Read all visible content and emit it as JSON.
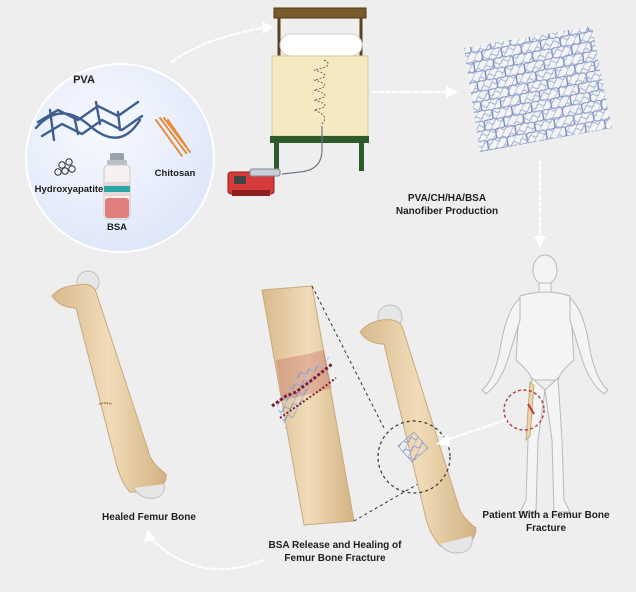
{
  "labels": {
    "pva": "PVA",
    "hydroxyapatite": "Hydroxyapatite",
    "bsa": "BSA",
    "chitosan": "Chitosan",
    "production_line1": "PVA/CH/HA/BSA",
    "production_line2": "Nanofiber Production",
    "healed": "Healed Femur Bone",
    "release_line1": "BSA Release and Healing of",
    "release_line2": "Femur Bone Fracture",
    "patient_line1": "Patient With a Femur Bone",
    "patient_line2": "Fracture"
  },
  "colors": {
    "background": "#eeeeee",
    "bone": "#ecd3ad",
    "bone_edge": "#c9a97c",
    "cartilage": "#e6e6e6",
    "fiber": "#8ea0cc",
    "fracture": "#b23a3a",
    "chitosan": "#e58b3a",
    "pump": "#d63a3a",
    "frame_wood": "#8a6a3a",
    "frame_green": "#2f5a2a",
    "collector": "#f3eac2",
    "body": "#f2f2f2",
    "arrow": "#ffffff"
  }
}
